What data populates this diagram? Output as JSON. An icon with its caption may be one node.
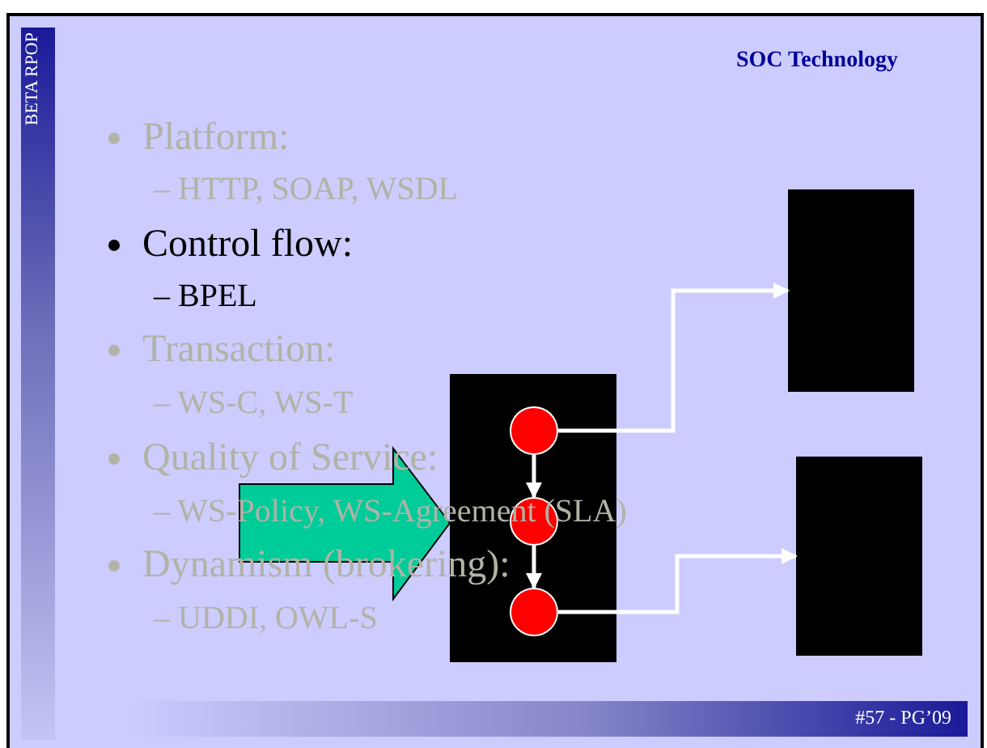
{
  "diagram": {
    "title": "SOC Technology",
    "nodes": [
      {
        "text": [],
        "shape": "box"
      },
      {
        "text": [],
        "shape": "circle",
        "in": 0
      },
      {
        "text": [],
        "shape": "circle",
        "in": 0
      },
      {
        "text": [],
        "shape": "circle",
        "in": 0
      },
      {
        "text": [],
        "shape": "box"
      },
      {
        "text": [],
        "shape": "box"
      }
    ],
    "edges": [
      {
        "from": null,
        "to": 0,
        "arrow": "to",
        "style": "thick",
        "color": "#00cc99"
      },
      {
        "from": 1,
        "to": 2,
        "arrow": "to"
      },
      {
        "from": 2,
        "to": 3,
        "arrow": "to"
      },
      {
        "from": 1,
        "to": 4,
        "arrow": "to"
      },
      {
        "from": 3,
        "to": 5,
        "arrow": "to"
      }
    ],
    "labels": [
      "BETA RPOP",
      "Platform:",
      "– HTTP, SOAP, WSDL",
      "Control flow:",
      "– BPEL",
      "Transaction:",
      "– WS-C, WS-T",
      "Quality of Service:",
      "– WS-Policy, WS-Agreement (SLA)",
      "Dynamism (brokering):",
      "– UDDI, OWL-S",
      "#57 - PG’09"
    ]
  }
}
